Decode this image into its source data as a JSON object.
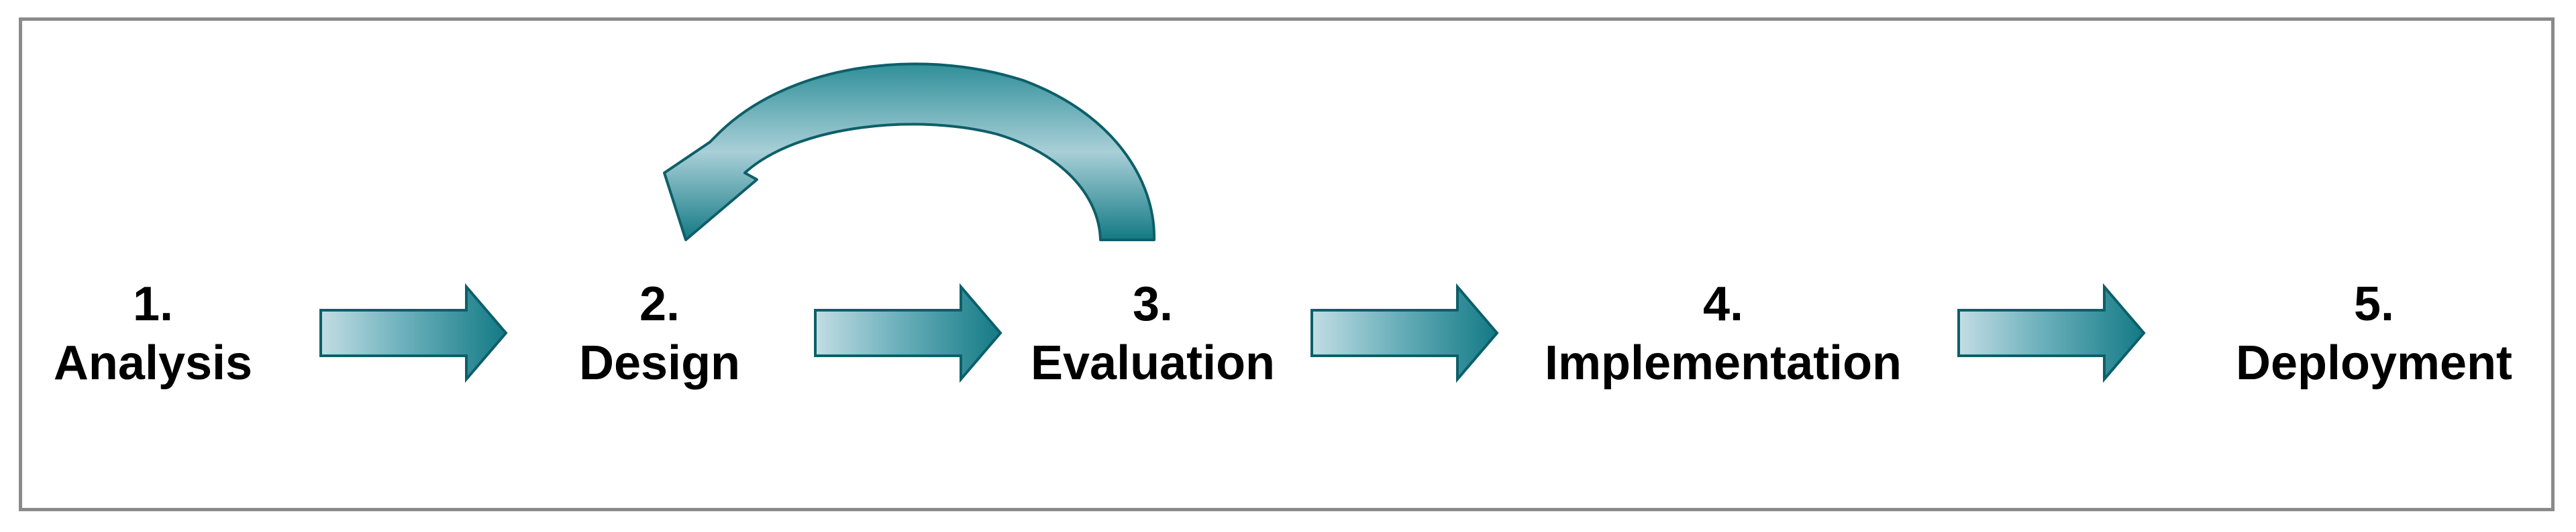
{
  "diagram": {
    "steps": [
      {
        "number": "1.",
        "label": "Analysis"
      },
      {
        "number": "2.",
        "label": "Design"
      },
      {
        "number": "3.",
        "label": "Evaluation"
      },
      {
        "number": "4.",
        "label": "Implementation"
      },
      {
        "number": "5.",
        "label": "Deployment"
      }
    ],
    "arrows": [
      {
        "from": "Analysis",
        "to": "Design",
        "icon": "right-arrow-icon"
      },
      {
        "from": "Design",
        "to": "Evaluation",
        "icon": "right-arrow-icon"
      },
      {
        "from": "Evaluation",
        "to": "Implementation",
        "icon": "right-arrow-icon"
      },
      {
        "from": "Implementation",
        "to": "Deployment",
        "icon": "right-arrow-icon"
      },
      {
        "from": "Evaluation",
        "to": "Design",
        "icon": "curved-loop-arrow-icon"
      }
    ],
    "colors": {
      "arrow_dark": "#137a85",
      "arrow_light": "#c3dde4",
      "arrow_outline": "#0d5f69",
      "frame": "#8a8a8a",
      "text": "#000000"
    }
  }
}
